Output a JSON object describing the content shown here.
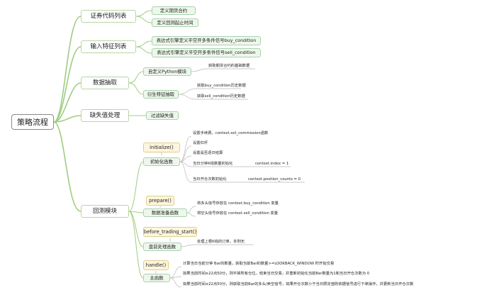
{
  "root": "策略流程",
  "stocks": {
    "label": "证券代码列表",
    "items": [
      "定义期货合约",
      "定义回测起止时间"
    ]
  },
  "features": {
    "label": "输入特征列表",
    "items": [
      "表达式引擎定义平空开多条件信号buy_condition",
      "表达式引擎定义平空开多条件信号sell_condition"
    ]
  },
  "extract": {
    "label": "数据抽取",
    "python": {
      "label": "自定义Python模块",
      "leaf": "获取期货合约的基础数据"
    },
    "derived": {
      "label": "衍生特征抽取",
      "leaf1": "获取buy_condition历史数据",
      "leaf2": "获取sell_condition历史数据"
    }
  },
  "missing": {
    "label": "缺失值处理",
    "item": "过滤缺失值"
  },
  "backtest": {
    "label": "回测模块",
    "init": {
      "fn": "initialize()",
      "label": "初始化函数",
      "leaves": [
        "设置手续费，context.set_commission函数",
        "设置杠杆",
        "设置是否逐日结算",
        "当日分钟K线数量初始化",
        "当日开仓次数初始化"
      ],
      "values": [
        "context.index = 1",
        "context.position_counts = 0"
      ]
    },
    "prepare": {
      "fn": "prepare()",
      "label": "数据准备函数",
      "leaves": [
        "将多头信号存放在 context.buy_condition 变量",
        "将空头信号存放在 context.sell_condition 变量"
      ]
    },
    "before": {
      "fn": "before_trading_start()",
      "label": "盘前处理函数",
      "leaf": "处理上根K线的订单，本例无"
    },
    "handle": {
      "fn": "handle()",
      "label": "主函数",
      "leaves": [
        "计算当日当前分钟 Bar的数量，获取当前Bar的数量>=LOOKBACK_WINDOW 时开始交易",
        "如果当前时间≥22点50分，则平掉所有仓位，结束当日交易，并重新初始化当前Bar数量为1和当日开仓次数为 0",
        "如果当前时间≤22点50分，则获取当前Bar的多头/卖空信号，如果开仓次数小于当日限定值则依据信号进行下单操作，并更新当日开仓次数"
      ]
    }
  }
}
